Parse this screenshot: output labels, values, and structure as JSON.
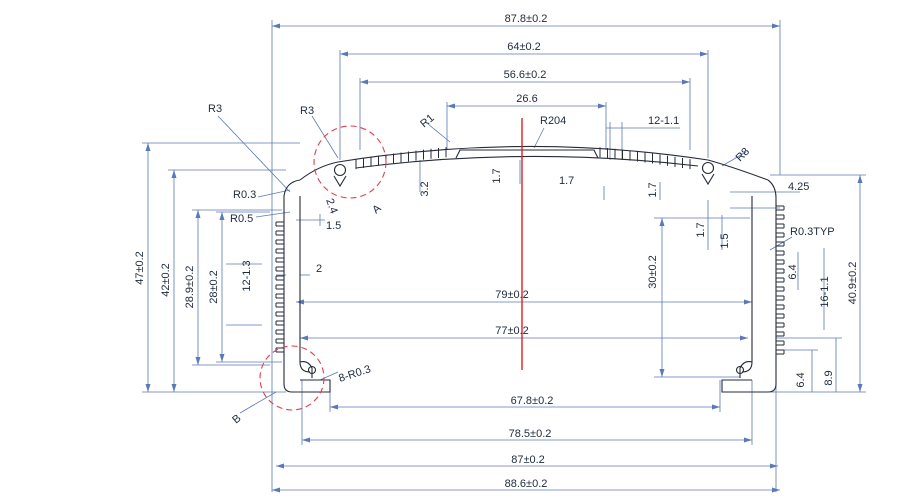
{
  "colors": {
    "dim_line": "#5b79b8",
    "profile": "#262c38",
    "center_line": "#e02020",
    "detail_circle": "#e0404a",
    "text": "#1d2b3e"
  },
  "dimensions": {
    "top": [
      "87.8±0.2",
      "64±0.2",
      "56.6±0.2",
      "26.6"
    ],
    "bottom": [
      "67.8±0.2",
      "78.5±0.2",
      "87±0.2",
      "88.6±0.2"
    ],
    "inner": [
      "79±0.2",
      "77±0.2"
    ],
    "left": [
      "47±0.2",
      "42±0.2",
      "28.9±0.2",
      "28±0.2",
      "12-1.3"
    ],
    "right": [
      "30±0.2",
      "40.9±0.2",
      "16-1.1",
      "6.4",
      "6.4",
      "8.9",
      "1.5",
      "1.7"
    ],
    "small": [
      "4.25",
      "2",
      "1.5",
      "1.7",
      "1.7",
      "1.7",
      "3.2",
      "2.4",
      "12-1.1"
    ]
  },
  "notes": {
    "radii": [
      "R3",
      "R3",
      "R1",
      "R204",
      "R8",
      "R0.3",
      "R0.5",
      "R0.3TYP",
      "8-R0.3"
    ],
    "details": [
      "A",
      "B"
    ]
  }
}
